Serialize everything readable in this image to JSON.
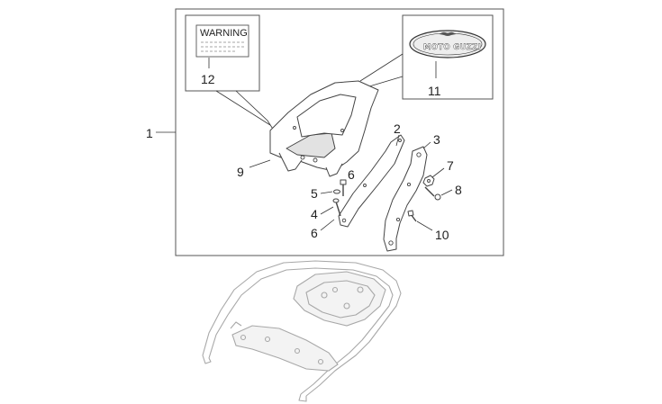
{
  "warning_label": {
    "title": "WARNING"
  },
  "logo": {
    "text": "MOTO GUZZI"
  },
  "callouts": {
    "n1": "1",
    "n2": "2",
    "n3": "3",
    "n4": "4",
    "n5": "5",
    "n6a": "6",
    "n6b": "6",
    "n7": "7",
    "n8": "8",
    "n9": "9",
    "n10": "10",
    "n11": "11",
    "n12": "12"
  }
}
